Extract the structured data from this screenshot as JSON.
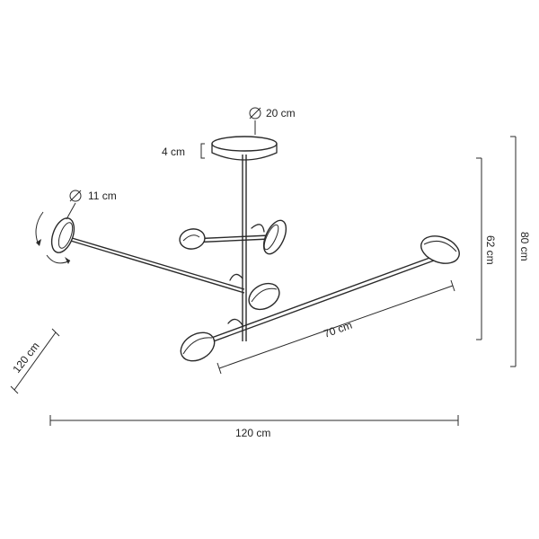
{
  "dimensions": {
    "canopy_diameter": "20 cm",
    "canopy_height": "4 cm",
    "shade_diameter": "11 cm",
    "arm_length": "70 cm",
    "drop_height": "62 cm",
    "total_height": "80 cm",
    "total_width": "120 cm",
    "total_depth": "120 cm"
  },
  "symbols": {
    "diameter": "Ø"
  },
  "icons": {
    "rotate": "rotate-arrows-icon"
  }
}
